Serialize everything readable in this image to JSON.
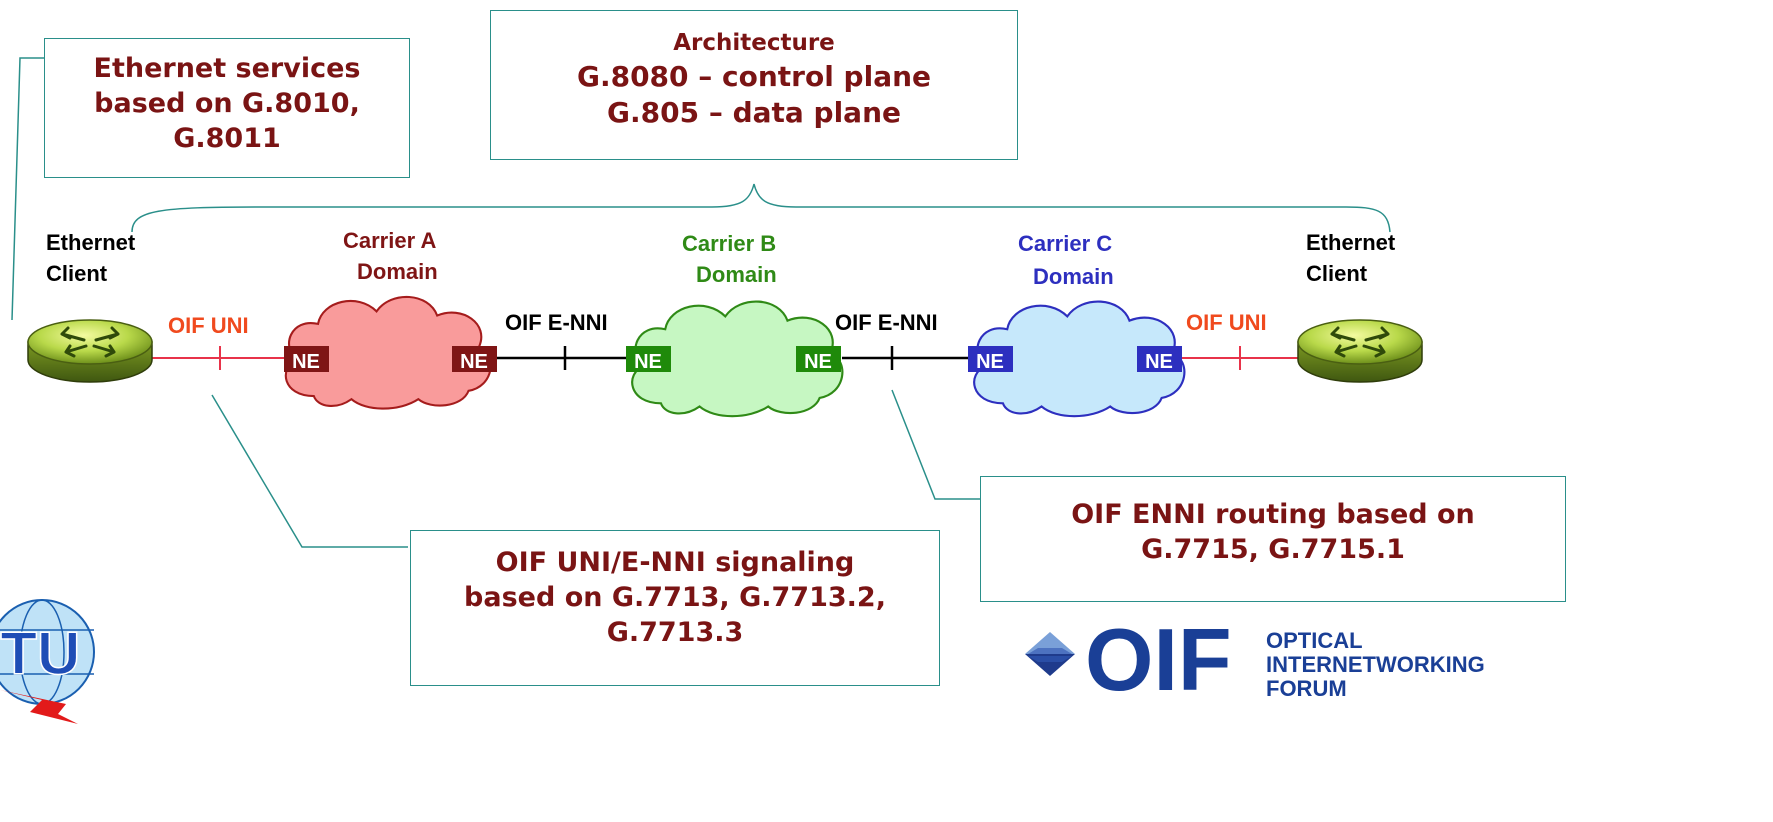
{
  "colors": {
    "carrier_a": "#7f1515",
    "carrier_b": "#2f8a16",
    "carrier_c": "#2d2fbf",
    "uni": "#f04a1e",
    "callout_border": "#2a8f8a",
    "callout_text": "#7a1414"
  },
  "callouts": {
    "ethernet_services": [
      "Ethernet services",
      "based on G.8010,",
      "G.8011"
    ],
    "architecture_title": "Architecture",
    "architecture_lines": [
      "G.8080 – control plane",
      "G.805 – data plane"
    ],
    "signaling": [
      "OIF UNI/E-NNI signaling",
      "based on G.7713, G.7713.2,",
      "G.7713.3"
    ],
    "routing": [
      "OIF ENNI routing based on",
      "G.7715, G.7715.1"
    ]
  },
  "clients": {
    "left": [
      "Ethernet",
      "Client"
    ],
    "right": [
      "Ethernet",
      "Client"
    ],
    "icon": "router-icon"
  },
  "domains": {
    "a": [
      "Carrier A",
      "Domain"
    ],
    "b": [
      "Carrier B",
      "Domain"
    ],
    "c": [
      "Carrier C",
      "Domain"
    ]
  },
  "interfaces": {
    "uni_left": "OIF UNI",
    "enni_left": "OIF E-NNI",
    "enni_right": "OIF E-NNI",
    "uni_right": "OIF UNI"
  },
  "ne_label": "NE",
  "logos": {
    "itu": "ITU",
    "oif": "OIF",
    "oif_tagline": [
      "OPTICAL",
      "INTERNETWORKING",
      "FORUM"
    ]
  }
}
